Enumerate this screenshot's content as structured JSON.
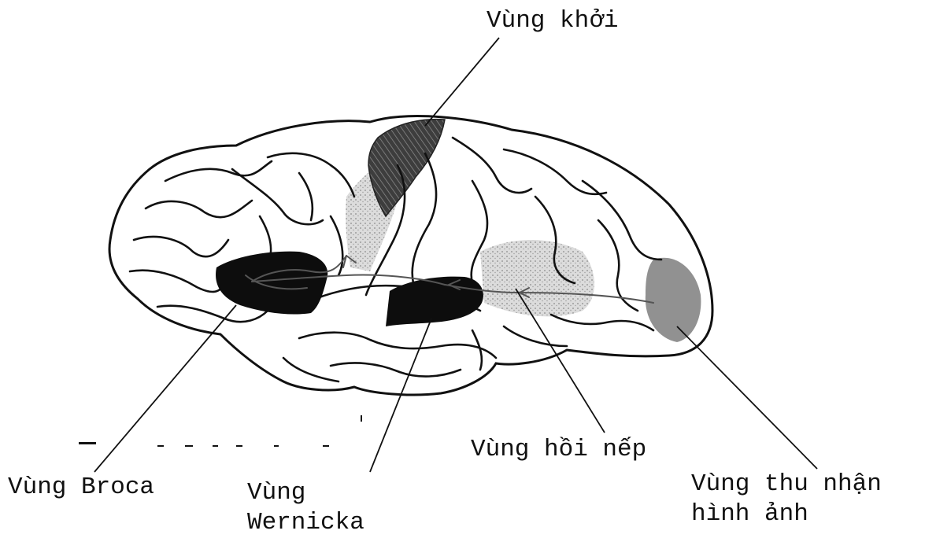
{
  "labels": {
    "motor_area": "Vùng khởi",
    "broca_area": "Vùng Broca",
    "wernicke_area_line1": "Vùng",
    "wernicke_area_line2": "Wernicka",
    "angular_gyrus": "Vùng hồi nếp",
    "visual_area_line1": "Vùng thu nhận",
    "visual_area_line2": "hình ảnh"
  },
  "colors": {
    "outline": "#111111",
    "brain_fill": "#ffffff",
    "dark_region": "#0d0d0d",
    "shaded_region": "#d4d4d4",
    "stripe_region": "#5a5a5a"
  }
}
